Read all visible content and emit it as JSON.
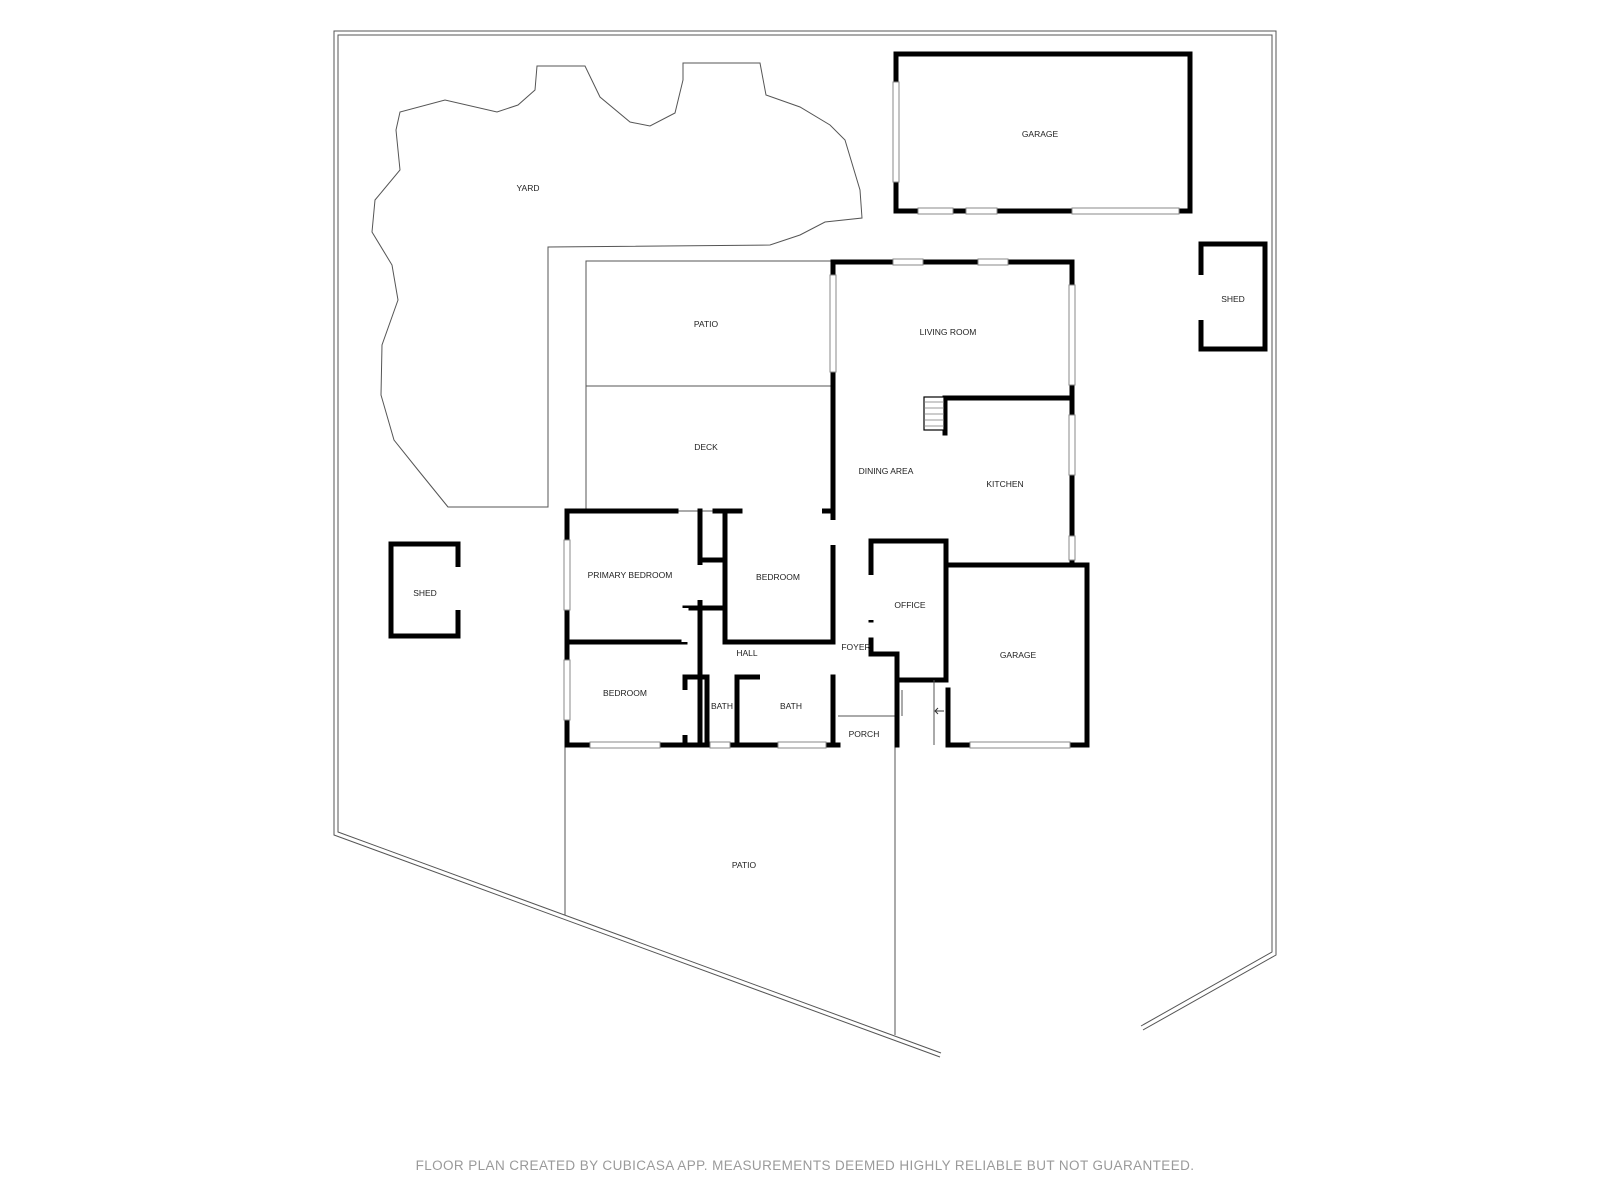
{
  "rooms": {
    "yard": "YARD",
    "garage_detached": "GARAGE",
    "shed_right": "SHED",
    "shed_left": "SHED",
    "patio_top": "PATIO",
    "living_room": "LIVING ROOM",
    "deck": "DECK",
    "dining_area": "DINING AREA",
    "kitchen": "KITCHEN",
    "primary_bedroom": "PRIMARY BEDROOM",
    "bedroom_1": "BEDROOM",
    "office": "OFFICE",
    "garage_attached": "GARAGE",
    "hall": "HALL",
    "foyer": "FOYER",
    "bedroom_2": "BEDROOM",
    "bath_1": "BATH",
    "bath_2": "BATH",
    "porch": "PORCH",
    "patio_bottom": "PATIO"
  },
  "footer": "FLOOR PLAN CREATED BY CUBICASA APP. MEASUREMENTS DEEMED HIGHLY RELIABLE BUT NOT GUARANTEED."
}
